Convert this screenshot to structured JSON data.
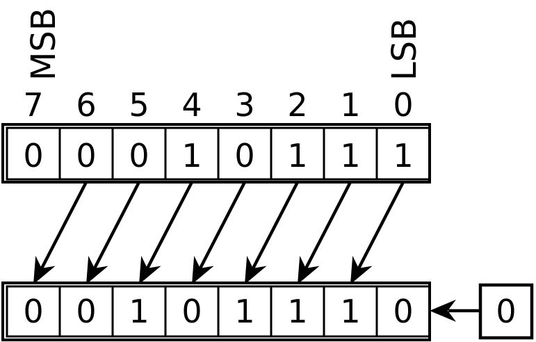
{
  "labels": {
    "msb": "MSB",
    "lsb": "LSB"
  },
  "bit_positions": [
    "7",
    "6",
    "5",
    "4",
    "3",
    "2",
    "1",
    "0"
  ],
  "registers": {
    "top": {
      "bits": [
        "0",
        "0",
        "0",
        "1",
        "0",
        "1",
        "1",
        "1"
      ]
    },
    "bottom": {
      "bits": [
        "0",
        "0",
        "1",
        "0",
        "1",
        "1",
        "1",
        "0"
      ]
    }
  },
  "carry_in": {
    "value": "0"
  },
  "colors": {
    "ink": "#000000",
    "background": "#ffffff"
  }
}
